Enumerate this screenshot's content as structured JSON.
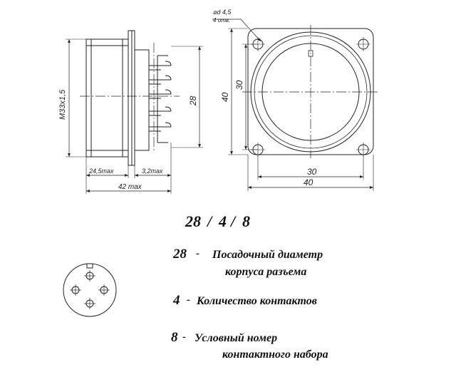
{
  "drawing": {
    "side_view": {
      "thread_label": "M33x1,5",
      "height_label": "28",
      "depth_24_label": "24,5max",
      "depth_3_label": "3,2max",
      "total_label": "42 max"
    },
    "front_view": {
      "hole_label_line1": "⌀d 4,5",
      "hole_label_line2": "4 отв.",
      "height_outer_label": "40",
      "height_inner_label": "30",
      "width_inner_label": "30",
      "width_outer_label": "40"
    }
  },
  "code": {
    "part1": "28",
    "sep1": "/",
    "part2": "4",
    "sep2": "/",
    "part3": "8"
  },
  "legend": [
    {
      "num": "28",
      "dash": "-",
      "line1": "Посадочный диаметр",
      "line2": "корпуса разъема"
    },
    {
      "num": "4",
      "dash": "-",
      "line1": "Количество контактов",
      "line2": ""
    },
    {
      "num": "8",
      "dash": "-",
      "line1": "Условный номер",
      "line2": "контактного набора"
    }
  ],
  "colors": {
    "line": "#222222",
    "background": "#ffffff"
  }
}
